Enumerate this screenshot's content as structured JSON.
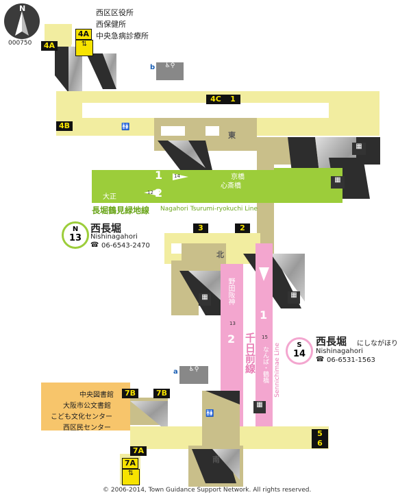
{
  "map_id": "000750",
  "north_label": "N",
  "copyright": "© 2006-2014, Town Guidance Support Network. All rights reserved.",
  "landmarks_top": [
    "西区区役所",
    "西保健所",
    "中央急病診療所"
  ],
  "landmarks_left": [
    "中央図書館",
    "大阪市公文書館",
    "こども文化センター",
    "西区民センター"
  ],
  "exits": {
    "e4A_left": "4A",
    "e4A_right": "4A",
    "e4B": "4B",
    "e4C": "4C",
    "e1": "1",
    "e3": "3",
    "e2": "2",
    "e7B_left": "7B",
    "e7B_right": "7B",
    "e7A_top": "7A",
    "e7A_bottom": "7A",
    "e5": "5",
    "e6": "6"
  },
  "gates": {
    "east": "東",
    "north": "北",
    "south": "南"
  },
  "facility_b_label": "b",
  "facility_a_label": "a",
  "nagahori": {
    "line_jp": "長堀鶴見緑地線",
    "line_en": "Nagahori Tsurumi-ryokuchi Line",
    "platform1": "1",
    "platform2": "2",
    "next_station_1": "14",
    "next_station_2": "12",
    "dir_east_1": "京橋",
    "dir_east_2": "心斎橋",
    "dir_west": "大正",
    "station_jp": "西長堀",
    "station_en": "Nishinagahori",
    "code_letter": "N",
    "code_num": "13",
    "phone": "06-6543-2470"
  },
  "sennichimae": {
    "line_jp": "千日前線",
    "line_en": "Sennichimae Line",
    "platform1": "1",
    "platform2": "2",
    "next_station_1": "15",
    "next_station_2": "13",
    "dir_1": "なんば・鶴橋",
    "dir_2": "野田阪神",
    "station_jp": "西長堀",
    "station_kana": "にしながほり",
    "station_en": "Nishinagahori",
    "code_letter": "S",
    "code_num": "14",
    "phone": "06-6531-1563"
  },
  "colors": {
    "concourse": "#f2eda0",
    "dark_concourse": "#c9bf8a",
    "nagahori_line": "#9ccd3a",
    "sennichimae_line": "#f3a6cf",
    "exit_box": "#111111",
    "exit_text": "#f7e300",
    "library_area": "#f7c56b"
  }
}
